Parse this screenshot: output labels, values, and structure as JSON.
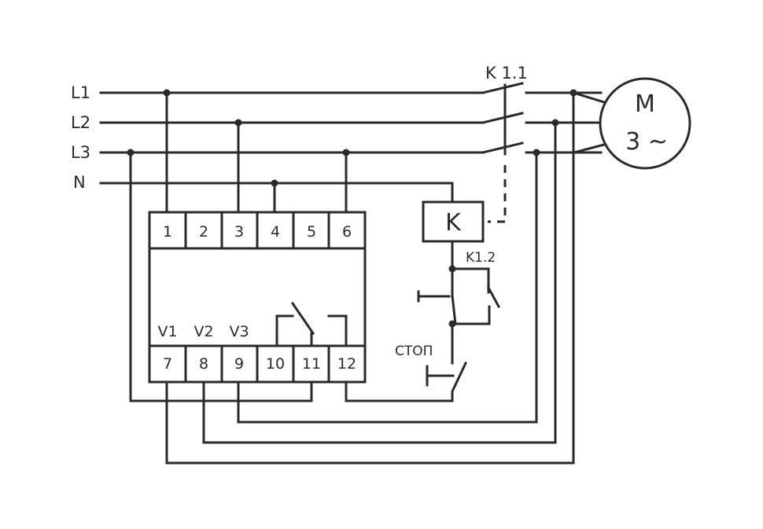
{
  "lines": {
    "l1": "L1",
    "l2": "L2",
    "l3": "L3",
    "n": "N"
  },
  "relay": {
    "terminals_top": [
      "1",
      "2",
      "3",
      "4",
      "5",
      "6"
    ],
    "terminals_bottom": [
      "7",
      "8",
      "9",
      "10",
      "11",
      "12"
    ],
    "inputs": [
      "V1",
      "V2",
      "V3"
    ]
  },
  "contactor": {
    "main_contact": "K 1.1",
    "coil": "K",
    "aux_contact": "K1.2"
  },
  "stop_button": "СТОП",
  "motor": {
    "line1": "M",
    "line2": "3 ~"
  },
  "colors": {
    "ink": "#2b2a29",
    "background": "#ffffff"
  }
}
